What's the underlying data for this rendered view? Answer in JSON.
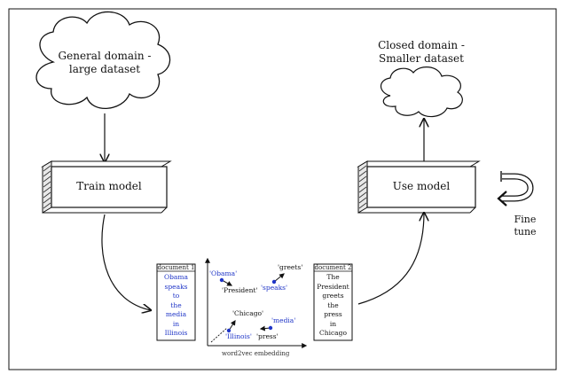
{
  "general_cloud": {
    "line1": "General domain -",
    "line2": "large dataset"
  },
  "closed_cloud": {
    "line1": "Closed domain -",
    "line2": "Smaller dataset"
  },
  "train_box": {
    "label": "Train model"
  },
  "use_box": {
    "label": "Use model"
  },
  "fine_tune": {
    "line1": "Fine",
    "line2": "tune"
  },
  "document1": {
    "title": "document 1",
    "words": [
      "Obama",
      "speaks",
      "to",
      "the",
      "media",
      "in",
      "Illinois"
    ]
  },
  "document2": {
    "title": "document 2",
    "words": [
      "The",
      "President",
      "greets",
      "the",
      "press",
      "in",
      "Chicago"
    ]
  },
  "embedding": {
    "caption": "word2vec embedding",
    "words": {
      "obama": "'Obama'",
      "president": "'President'",
      "speaks": "'speaks'",
      "greets": "'greets'",
      "chicago": "'Chicago'",
      "illinois": "'Illinois'",
      "media": "'media'",
      "press": "'press'"
    }
  },
  "colors": {
    "doc1_text": "#1f35c7",
    "doc2_text": "#111111",
    "outline": "#111111"
  }
}
